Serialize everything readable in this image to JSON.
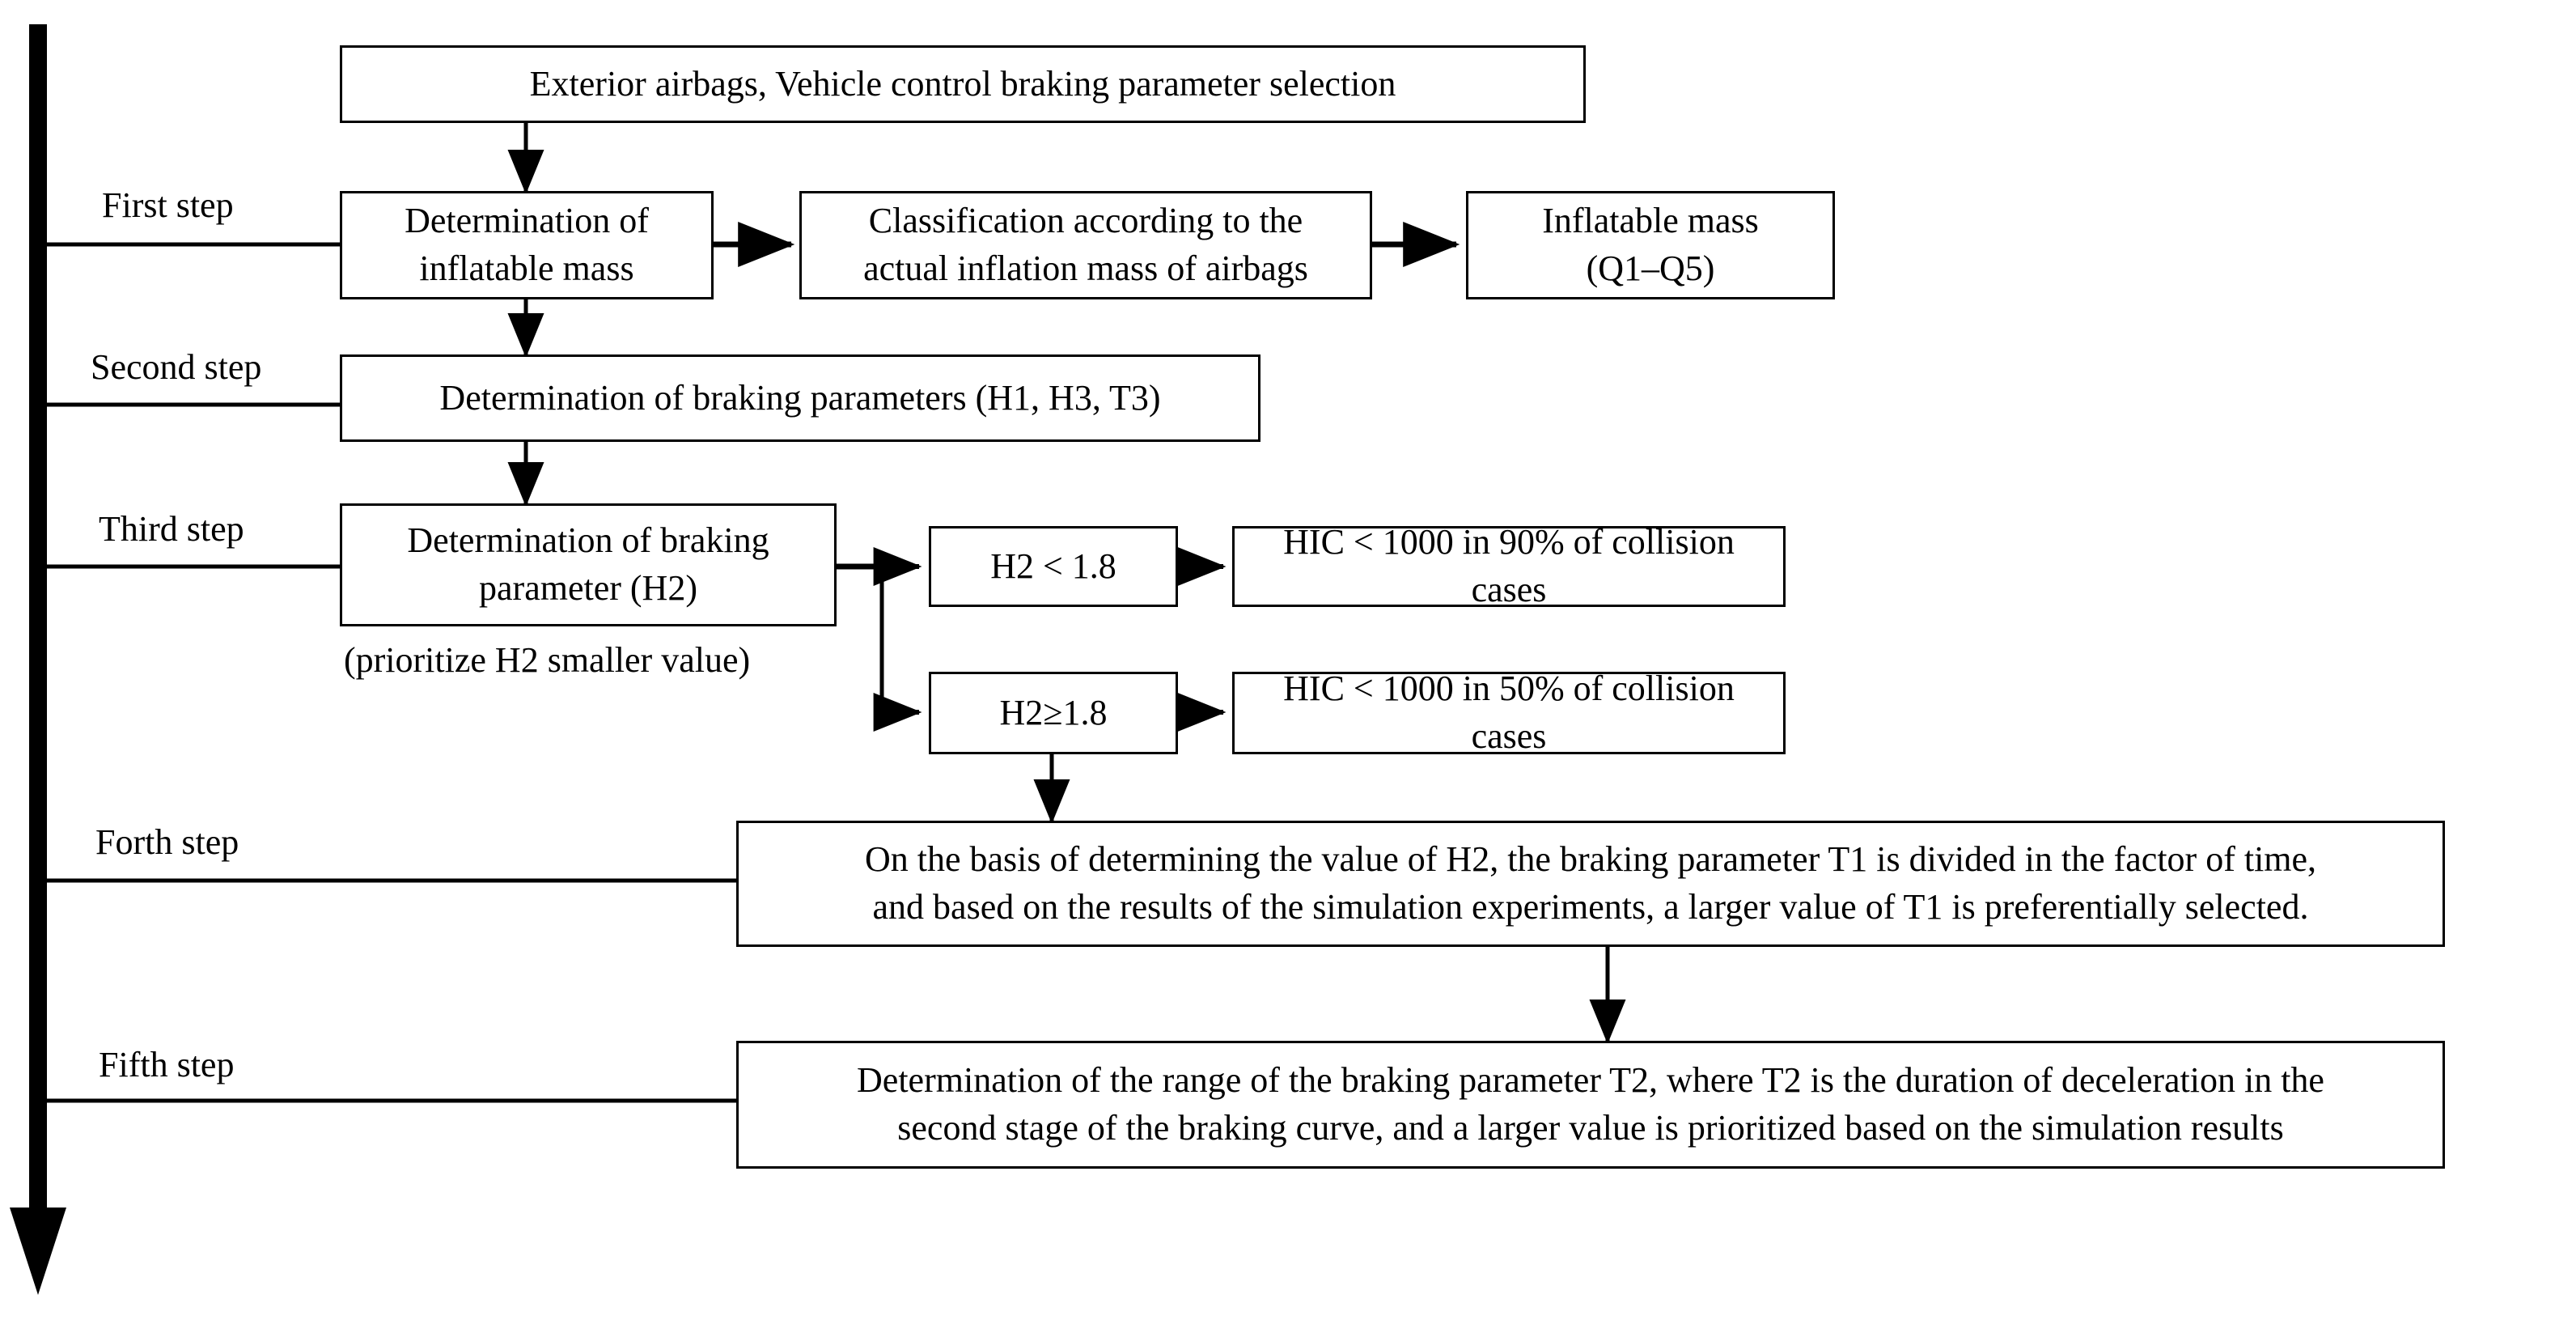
{
  "diagram": {
    "title_flow": "Exterior airbags, Vehicle control braking parameter selection",
    "axis": {
      "name": "process-timeline-arrow",
      "direction": "downward"
    },
    "step_labels": [
      "First step",
      "Second step",
      "Third step",
      "Forth step",
      "Fifth step"
    ],
    "nodes": {
      "top": "Exterior airbags, Vehicle control braking parameter selection",
      "s1a": "Determination of inflatable mass",
      "s1b": "Classification according to the actual inflation mass of airbags",
      "s1c": "Inflatable mass (Q1–Q5)",
      "s2": "Determination of braking parameters (H1, H3, T3)",
      "s3": "Determination of braking parameter (H2)",
      "s3note": "(prioritize H2 smaller value)",
      "cond1": "H2 < 1.8",
      "cond2": "H2≥1.8",
      "res1": "HIC < 1000 in 90% of collision cases",
      "res2": "HIC < 1000 in 50% of collision cases",
      "s4": "On the basis of determining the value of H2, the braking parameter T1 is divided in the factor of time, and based on the results of the simulation experiments, a larger value of T1 is preferentially selected.",
      "s5": "Determination of the range of the braking parameter T2, where T2 is the duration of deceleration in the second stage of the braking curve, and a larger value is prioritized based on the simulation results"
    },
    "node_lines": {
      "s1a_l1": "Determination of",
      "s1a_l2": "inflatable mass",
      "s1b_l1": "Classification according to the",
      "s1b_l2": "actual inflation mass of airbags",
      "s1c_l1": "Inflatable mass",
      "s1c_l2": "(Q1–Q5)",
      "s3_l1": "Determination of braking",
      "s3_l2": "parameter (H2)",
      "s4_l1": "On the basis of determining the value of H2, the braking parameter T1 is divided in the factor of time,",
      "s4_l2": "and based on the results of the simulation experiments, a larger value of T1 is preferentially selected.",
      "s5_l1": "Determination of the range of the braking parameter T2, where T2 is the duration of deceleration in the",
      "s5_l2": "second stage of the braking curve, and a larger value is prioritized based on the simulation results"
    },
    "colors": {
      "stroke": "#000000",
      "background": "#ffffff",
      "text": "#000000"
    }
  }
}
